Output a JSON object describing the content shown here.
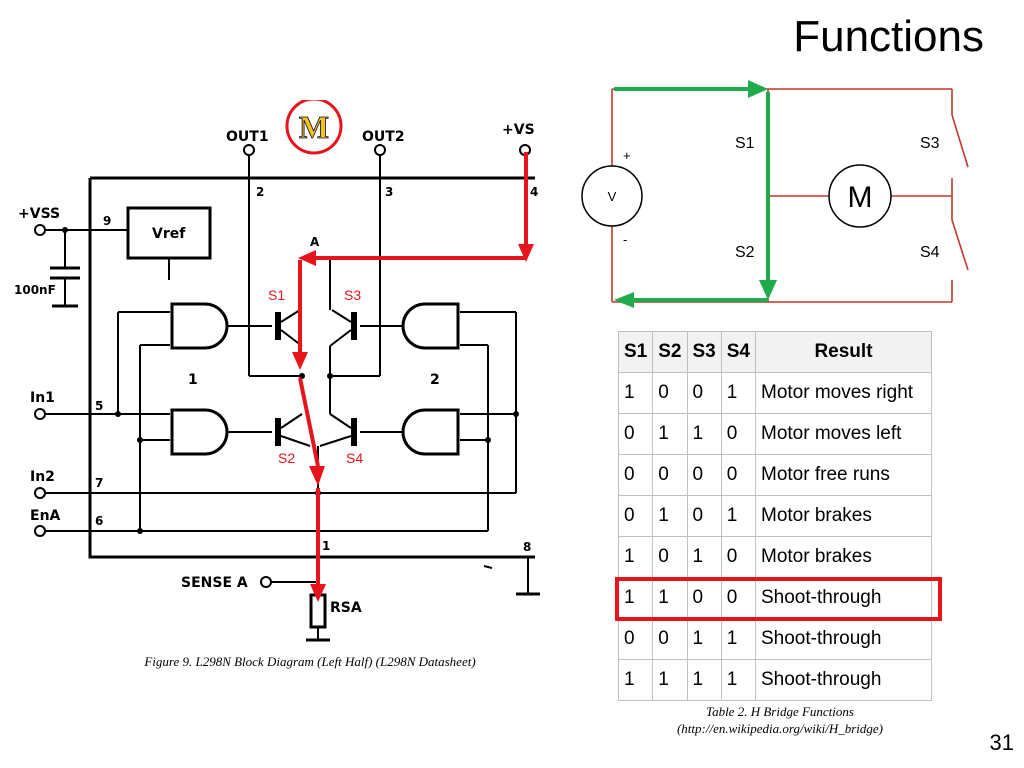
{
  "slide": {
    "title": "Functions",
    "page_number": "31"
  },
  "figure": {
    "caption": "Figure 9. L298N Block Diagram (Left Half) (L298N Datasheet)",
    "labels": {
      "out1": "OUT1",
      "out2": "OUT2",
      "vs": "+VS",
      "vss": "+VSS",
      "vref": "Vref",
      "cap": "100nF",
      "in1": "In1",
      "in2": "In2",
      "ena": "EnA",
      "sense": "SENSE A",
      "rsa": "RSA",
      "node_a": "A",
      "gate1": "1",
      "gate2": "2",
      "s1": "S1",
      "s2": "S2",
      "s3": "S3",
      "s4": "S4",
      "pin1": "1",
      "pin2": "2",
      "pin3": "3",
      "pin4": "4",
      "pin5": "5",
      "pin6": "6",
      "pin7": "7",
      "pin8": "8",
      "pin9": "9",
      "logo": "M"
    }
  },
  "hbridge": {
    "s1": "S1",
    "s2": "S2",
    "s3": "S3",
    "s4": "S4",
    "motor": "M",
    "source": "V",
    "plus": "+",
    "minus": "-"
  },
  "table": {
    "caption_line1": "Table 2. H Bridge Functions",
    "caption_line2": "(http://en.wikipedia.org/wiki/H_bridge)",
    "headers": [
      "S1",
      "S2",
      "S3",
      "S4",
      "Result"
    ],
    "rows": [
      [
        "1",
        "0",
        "0",
        "1",
        "Motor moves right"
      ],
      [
        "0",
        "1",
        "1",
        "0",
        "Motor moves left"
      ],
      [
        "0",
        "0",
        "0",
        "0",
        "Motor free runs"
      ],
      [
        "0",
        "1",
        "0",
        "1",
        "Motor brakes"
      ],
      [
        "1",
        "0",
        "1",
        "0",
        "Motor brakes"
      ],
      [
        "1",
        "1",
        "0",
        "0",
        "Shoot-through"
      ],
      [
        "0",
        "0",
        "1",
        "1",
        "Shoot-through"
      ],
      [
        "1",
        "1",
        "1",
        "1",
        "Shoot-through"
      ]
    ]
  },
  "colors": {
    "path_red": "#e8141b",
    "path_green": "#1faa4b",
    "circuit_brown": "#c0392b",
    "logo_gold": "#f2c21b"
  }
}
